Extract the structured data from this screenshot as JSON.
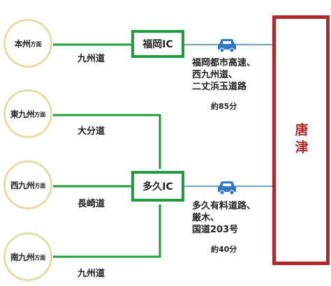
{
  "origins": [
    {
      "name": "本州",
      "suffix": "方面"
    },
    {
      "name": "東九州",
      "suffix": "方面"
    },
    {
      "name": "西九州",
      "suffix": "方面"
    },
    {
      "name": "南九州",
      "suffix": "方面"
    }
  ],
  "roads": [
    "九州道",
    "大分道",
    "長崎道",
    "九州道"
  ],
  "interchanges": [
    {
      "label": "福岡IC",
      "route_lines": [
        "福岡都市高速、",
        "西九州道、",
        "二丈浜玉道路"
      ],
      "time": "約85分"
    },
    {
      "label": "多久IC",
      "route_lines": [
        "多久有料道路、",
        "厳木、",
        "国道203号"
      ],
      "time": "約40分"
    }
  ],
  "destination": "唐津",
  "colors": {
    "line_green": "#1f9c3b",
    "line_blue": "#6fa4cc",
    "dest_red": "#b1282a",
    "circle_border": "#e6dca6",
    "car_blue": "#2f78c4"
  },
  "icons": {
    "car": "car-icon"
  }
}
